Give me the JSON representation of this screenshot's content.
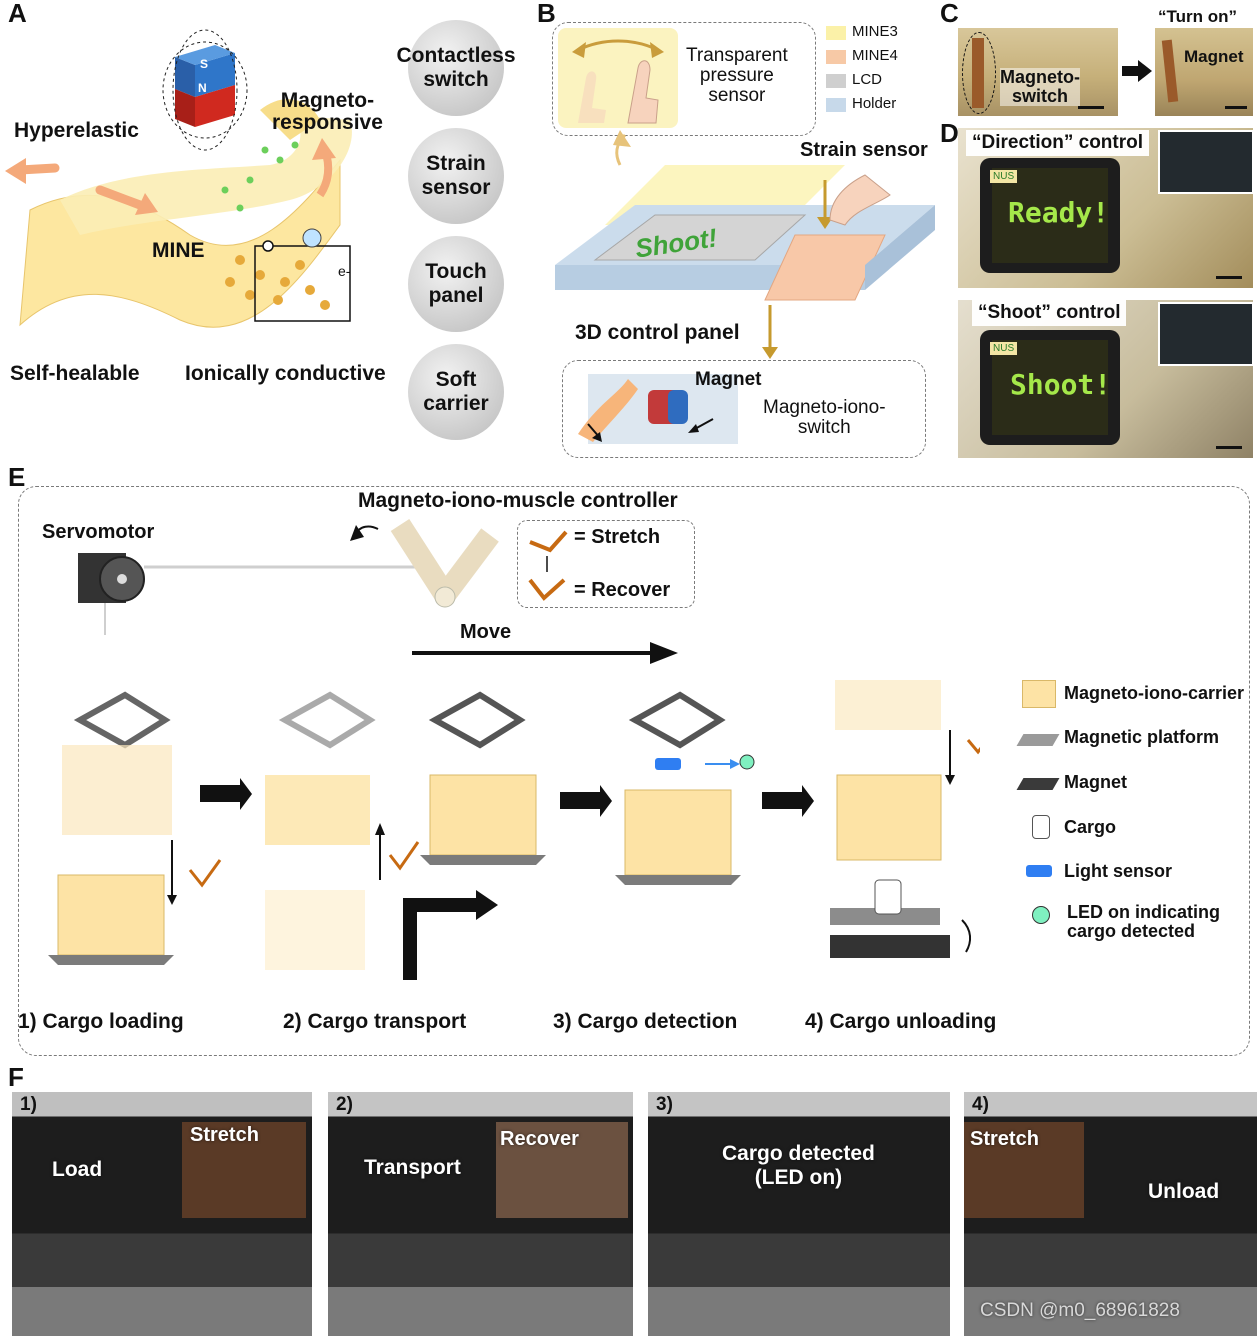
{
  "panelA": {
    "label": "A",
    "hyperelastic": "Hyperelastic",
    "magneto_responsive": "Magneto-\nresponsive",
    "mine": "MINE",
    "electron": "e-",
    "self_healable": "Self-healable",
    "ionically_conductive": "Ionically conductive",
    "magnet_s": "S",
    "magnet_n": "N",
    "bubbles": [
      "Contactless\nswitch",
      "Strain\nsensor",
      "Touch\npanel",
      "Soft\ncarrier"
    ]
  },
  "panelB": {
    "label": "B",
    "transparent_pressure_sensor": "Transparent\npressure\nsensor",
    "legend": [
      {
        "name": "MINE3",
        "color": "#fbf1a8"
      },
      {
        "name": "MINE4",
        "color": "#f7c9a6"
      },
      {
        "name": "LCD",
        "color": "#cfcfcf"
      },
      {
        "name": "Holder",
        "color": "#c7d9ea"
      }
    ],
    "strain_sensor": "Strain sensor",
    "screen_text": "Shoot!",
    "control_panel": "3D control panel",
    "magnet": "Magnet",
    "magneto_iono_switch": "Magneto-iono-\nswitch"
  },
  "panelC": {
    "label": "C",
    "magneto_switch": "Magneto-\nswitch",
    "turn_on": "“Turn on”",
    "magnet": "Magnet"
  },
  "panelD": {
    "label": "D",
    "direction_control": "“Direction” control",
    "shoot_control": "“Shoot” control",
    "ready": "Ready!",
    "shoot": "Shoot!",
    "nus": "NUS"
  },
  "panelE": {
    "label": "E",
    "controller_title": "Magneto-iono-muscle controller",
    "servomotor": "Servomotor",
    "stretch": "= Stretch",
    "recover": "= Recover",
    "move": "Move",
    "steps": [
      "1) Cargo loading",
      "2) Cargo transport",
      "3) Cargo detection",
      "4) Cargo unloading"
    ],
    "legend": [
      "Magneto-iono-carrier",
      "Magnetic platform",
      "Magnet",
      "Cargo",
      "Light sensor",
      "LED on indicating\ncargo detected"
    ]
  },
  "panelF": {
    "label": "F",
    "frames": [
      {
        "num": "1)",
        "action": "Load",
        "inset": "Stretch"
      },
      {
        "num": "2)",
        "action": "Transport",
        "inset": "Recover"
      },
      {
        "num": "3)",
        "action": "Cargo detected\n(LED on)",
        "inset": ""
      },
      {
        "num": "4)",
        "action": "Unload",
        "inset": "Stretch"
      }
    ],
    "watermark": "CSDN @m0_68961828"
  }
}
